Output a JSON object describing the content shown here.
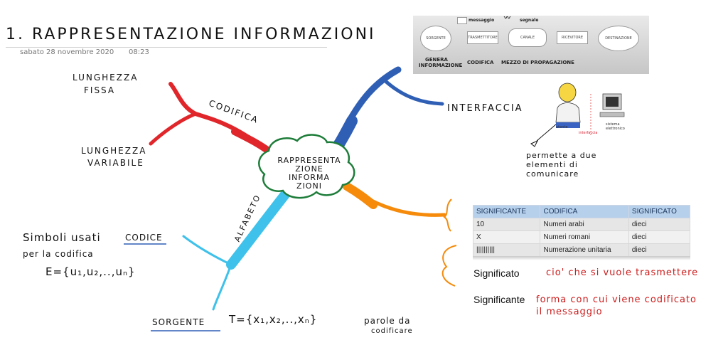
{
  "header": {
    "title": "1. RAPPRESENTAZIONE INFORMAZIONI",
    "date": "sabato 28 novembre 2020",
    "time": "08:23"
  },
  "center": {
    "line1": "RAPPRESENTA",
    "line2": "ZIONE INFORMA",
    "line3": "ZIONI"
  },
  "branches": {
    "codifica": "CODIFICA",
    "lunghezza_fissa_1": "LUNGHEZZA",
    "lunghezza_fissa_2": "FISSA",
    "lunghezza_var_1": "LUNGHEZZA",
    "lunghezza_var_2": "VARIABILE",
    "interfaccia": "INTERFACCIA",
    "alfabeto": "ALFABETO",
    "simboli_1": "Simboli usati",
    "codice": "CODICE",
    "simboli_2": "per la codifica",
    "simboli_3": "E={u₁,u₂,..,uₙ}",
    "sorgente": "SORGENTE",
    "sorgente_formula": "T={x₁,x₂,..,xₙ}",
    "parole_1": "parole da",
    "parole_2": "codificare",
    "interfaccia_note_1": "permette a due",
    "interfaccia_note_2": "elementi di",
    "interfaccia_note_3": "comunicare"
  },
  "comm_diagram": {
    "messaggio": "messaggio",
    "segnale": "segnale",
    "boxes": [
      "SORGENTE",
      "TRASMETTITORE",
      "CANALE",
      "RICEVITORE",
      "DESTINAZIONE"
    ],
    "cap_genera_1": "GENERA",
    "cap_genera_2": "INFORMAZIONE",
    "cap_codifica": "CODIFICA",
    "cap_mezzo": "MEZZO DI PROPAGAZIONE"
  },
  "illustration": {
    "utente": "utente",
    "interfaccia": "interfaccia",
    "sistema_1": "sistema",
    "sistema_2": "elettronico"
  },
  "table": {
    "headers": [
      "SIGNIFICANTE",
      "CODIFICA",
      "SIGNIFICATO"
    ],
    "rows": [
      [
        "10",
        "Numeri arabi",
        "dieci"
      ],
      [
        "X",
        "Numeri romani",
        "dieci"
      ],
      [
        "||||||||||",
        "Numerazione unitaria",
        "dieci"
      ]
    ]
  },
  "definitions": {
    "significato": "Significato",
    "significato_def": "cio' che si vuole trasmettere",
    "significante": "Significante",
    "significante_def_1": "forma con cui viene codificato",
    "significante_def_2": "il messaggio"
  },
  "colors": {
    "codifica": "#e0262a",
    "interfaccia": "#2f5fb5",
    "alfabeto": "#3ec1ea",
    "table_branch": "#f58a0b",
    "handwriting_red": "#cc1c1c"
  }
}
